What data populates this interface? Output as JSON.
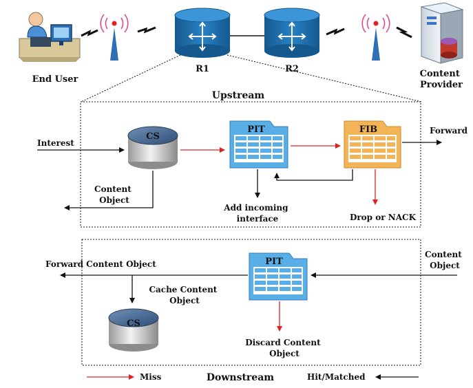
{
  "nodes": {
    "end_user": "End User",
    "r1": "R1",
    "r2": "R2",
    "content_provider": [
      "Content",
      "Provider"
    ]
  },
  "upstream": {
    "title": "Upstream",
    "interest": "Interest",
    "cs": "CS",
    "pit": "PIT",
    "fib": "FIB",
    "forward": "Forward",
    "content_object": [
      "Content",
      "Object"
    ],
    "add_incoming": [
      "Add incoming",
      "interface"
    ],
    "drop_nack": "Drop or NACK"
  },
  "downstream": {
    "title": "Downstream",
    "forward_content_object": "Forward Content Object",
    "content_object_in": [
      "Content",
      "Object"
    ],
    "pit": "PIT",
    "cache_content_object": [
      "Cache Content",
      "Object"
    ],
    "cs": "CS",
    "discard": [
      "Discard Content",
      "Object"
    ]
  },
  "legend": {
    "miss": "Miss",
    "hit": "Hit/Matched"
  },
  "colors": {
    "router_fill": "#1f6fae",
    "table_blue": "#5aaee6",
    "table_orange": "#f3b458",
    "miss_arrow": "#e02020",
    "hit_arrow": "#111111"
  }
}
